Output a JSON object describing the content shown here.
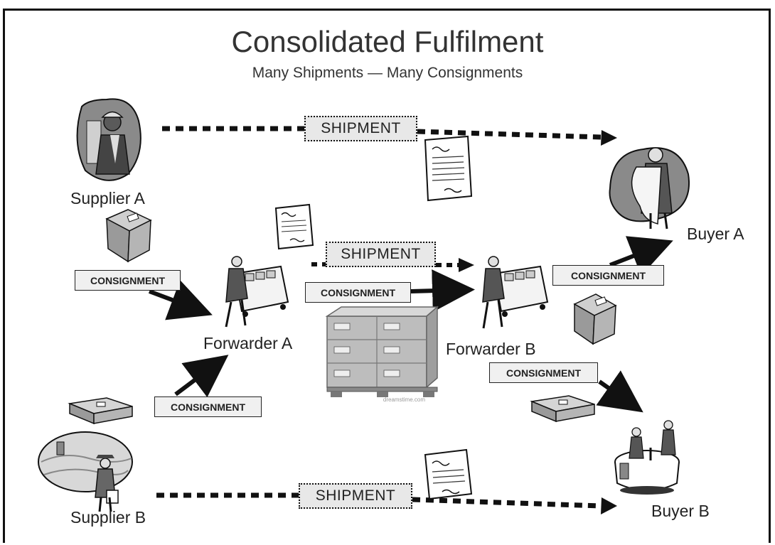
{
  "title": "Consolidated Fulfilment",
  "subtitle": "Many Shipments — Many Consignments",
  "parties": {
    "supplier_a": "Supplier A",
    "supplier_b": "Supplier B",
    "forwarder_a": "Forwarder A",
    "forwarder_b": "Forwarder B",
    "buyer_a": "Buyer A",
    "buyer_b": "Buyer B"
  },
  "shipment_label": "SHIPMENT",
  "consignment_label": "CONSIGNMENT",
  "watermark": "dreamstime.com"
}
